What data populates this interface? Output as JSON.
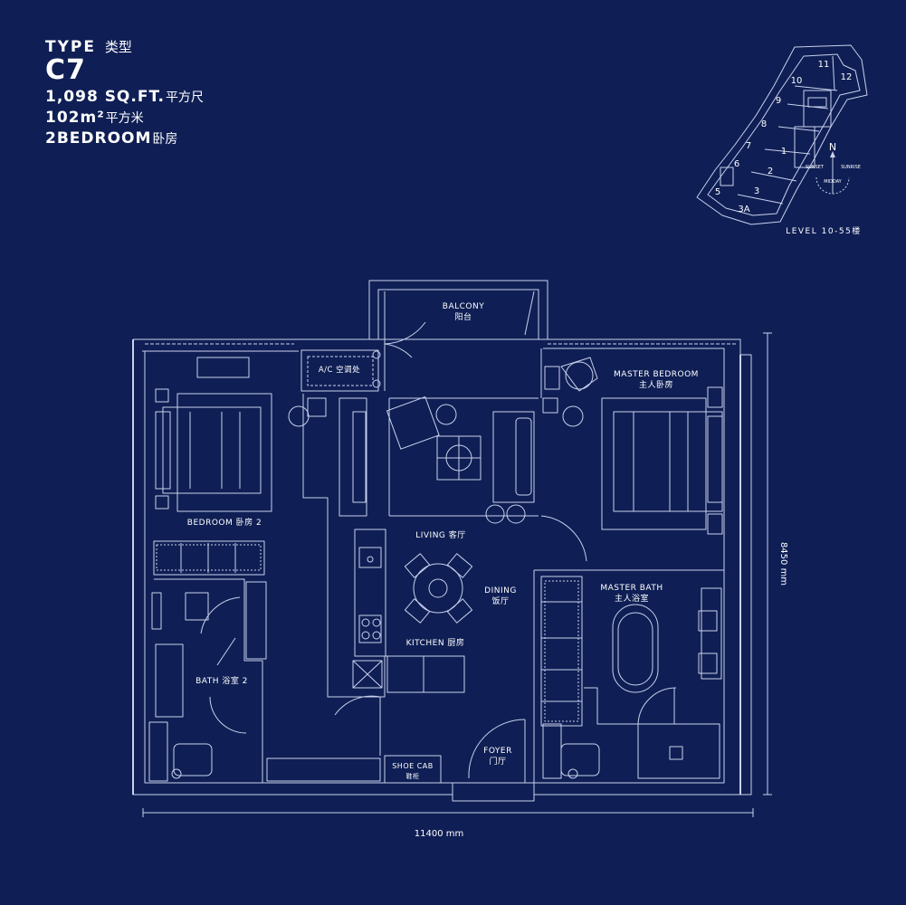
{
  "header": {
    "type_label": "TYPE",
    "type_zh": "类型",
    "unit_code": "C7",
    "area_sqft": "1,098 SQ.FT.",
    "area_sqft_zh": "平方尺",
    "area_m2": "102m²",
    "area_m2_zh": "平方米",
    "bedrooms": "2BEDROOM",
    "bedrooms_zh": "卧房"
  },
  "key_plan": {
    "units": [
      "11",
      "12",
      "10",
      "9",
      "8",
      "7",
      "1",
      "6",
      "2",
      "5",
      "3",
      "3A"
    ],
    "compass_north": "N",
    "compass_sunset": "SUNSET",
    "compass_sunrise": "SUNRISE",
    "compass_midday": "MIDDAY",
    "level": "LEVEL 10-55楼"
  },
  "rooms": {
    "balcony_en": "BALCONY",
    "balcony_zh": "阳台",
    "ac_ledge": "A/C 空调处",
    "master_bedroom_en": "MASTER BEDROOM",
    "master_bedroom_zh": "主人卧房",
    "bedroom2": "BEDROOM 卧房 2",
    "living": "LIVING 客厅",
    "dining_en": "DINING",
    "dining_zh": "饭厅",
    "master_bath_en": "MASTER BATH",
    "master_bath_zh": "主人浴室",
    "kitchen": "KITCHEN 厨房",
    "bath2": "BATH 浴室 2",
    "foyer_en": "FOYER",
    "foyer_zh": "门厅",
    "shoe_cab_en": "SHOE CAB",
    "shoe_cab_zh": "鞋柜"
  },
  "dimensions": {
    "width": "11400 mm",
    "depth": "8450 mm"
  },
  "colors": {
    "background": "#0f1f55",
    "line": "#c8d0ec"
  }
}
